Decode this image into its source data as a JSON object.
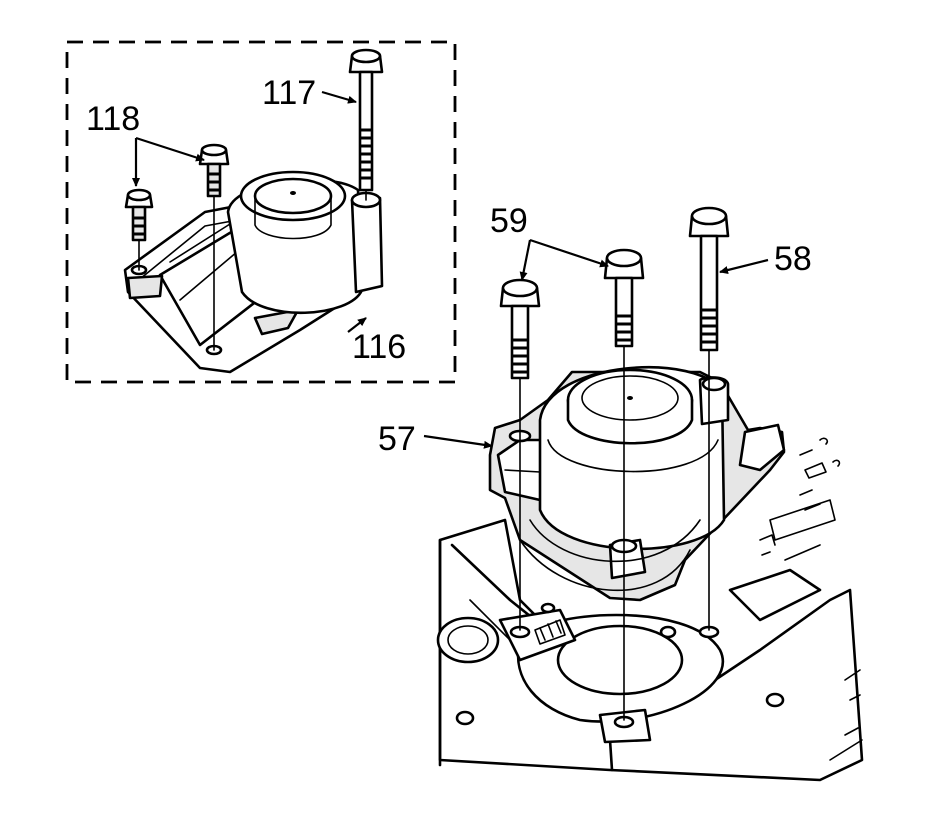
{
  "labels": {
    "l117": "117",
    "l118": "118",
    "l116": "116",
    "l59": "59",
    "l58": "58",
    "l57": "57"
  }
}
